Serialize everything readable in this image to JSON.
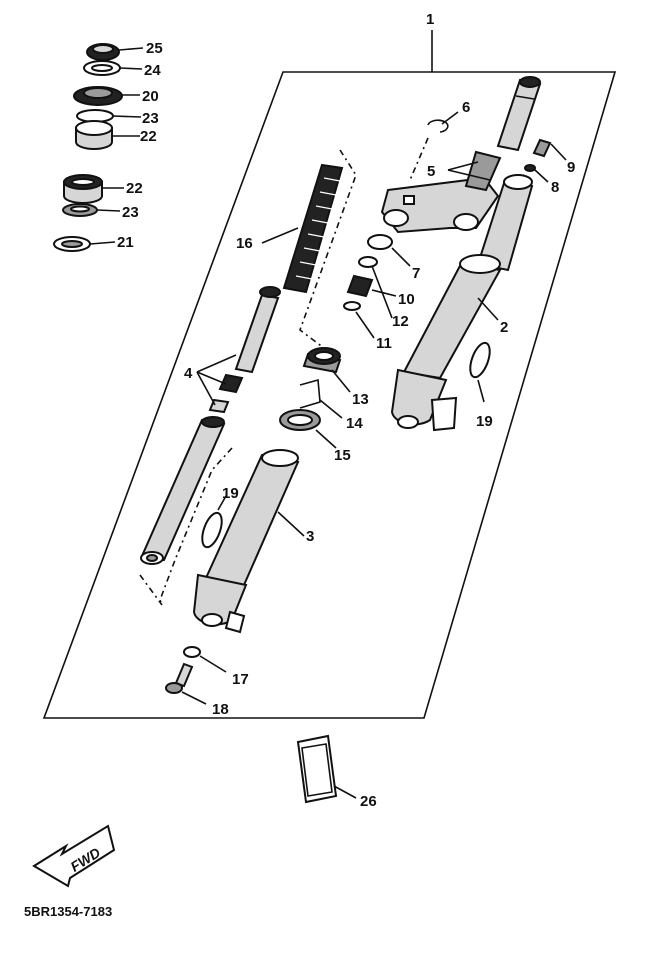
{
  "diagram": {
    "part_labels": [
      "1",
      "2",
      "3",
      "4",
      "5",
      "6",
      "7",
      "8",
      "9",
      "10",
      "11",
      "12",
      "13",
      "14",
      "15",
      "16",
      "17",
      "18",
      "19",
      "19",
      "20",
      "21",
      "22",
      "22",
      "23",
      "23",
      "24",
      "25",
      "26"
    ],
    "fwd_label": "FWD",
    "drawing_code": "5BR1354-7183"
  }
}
